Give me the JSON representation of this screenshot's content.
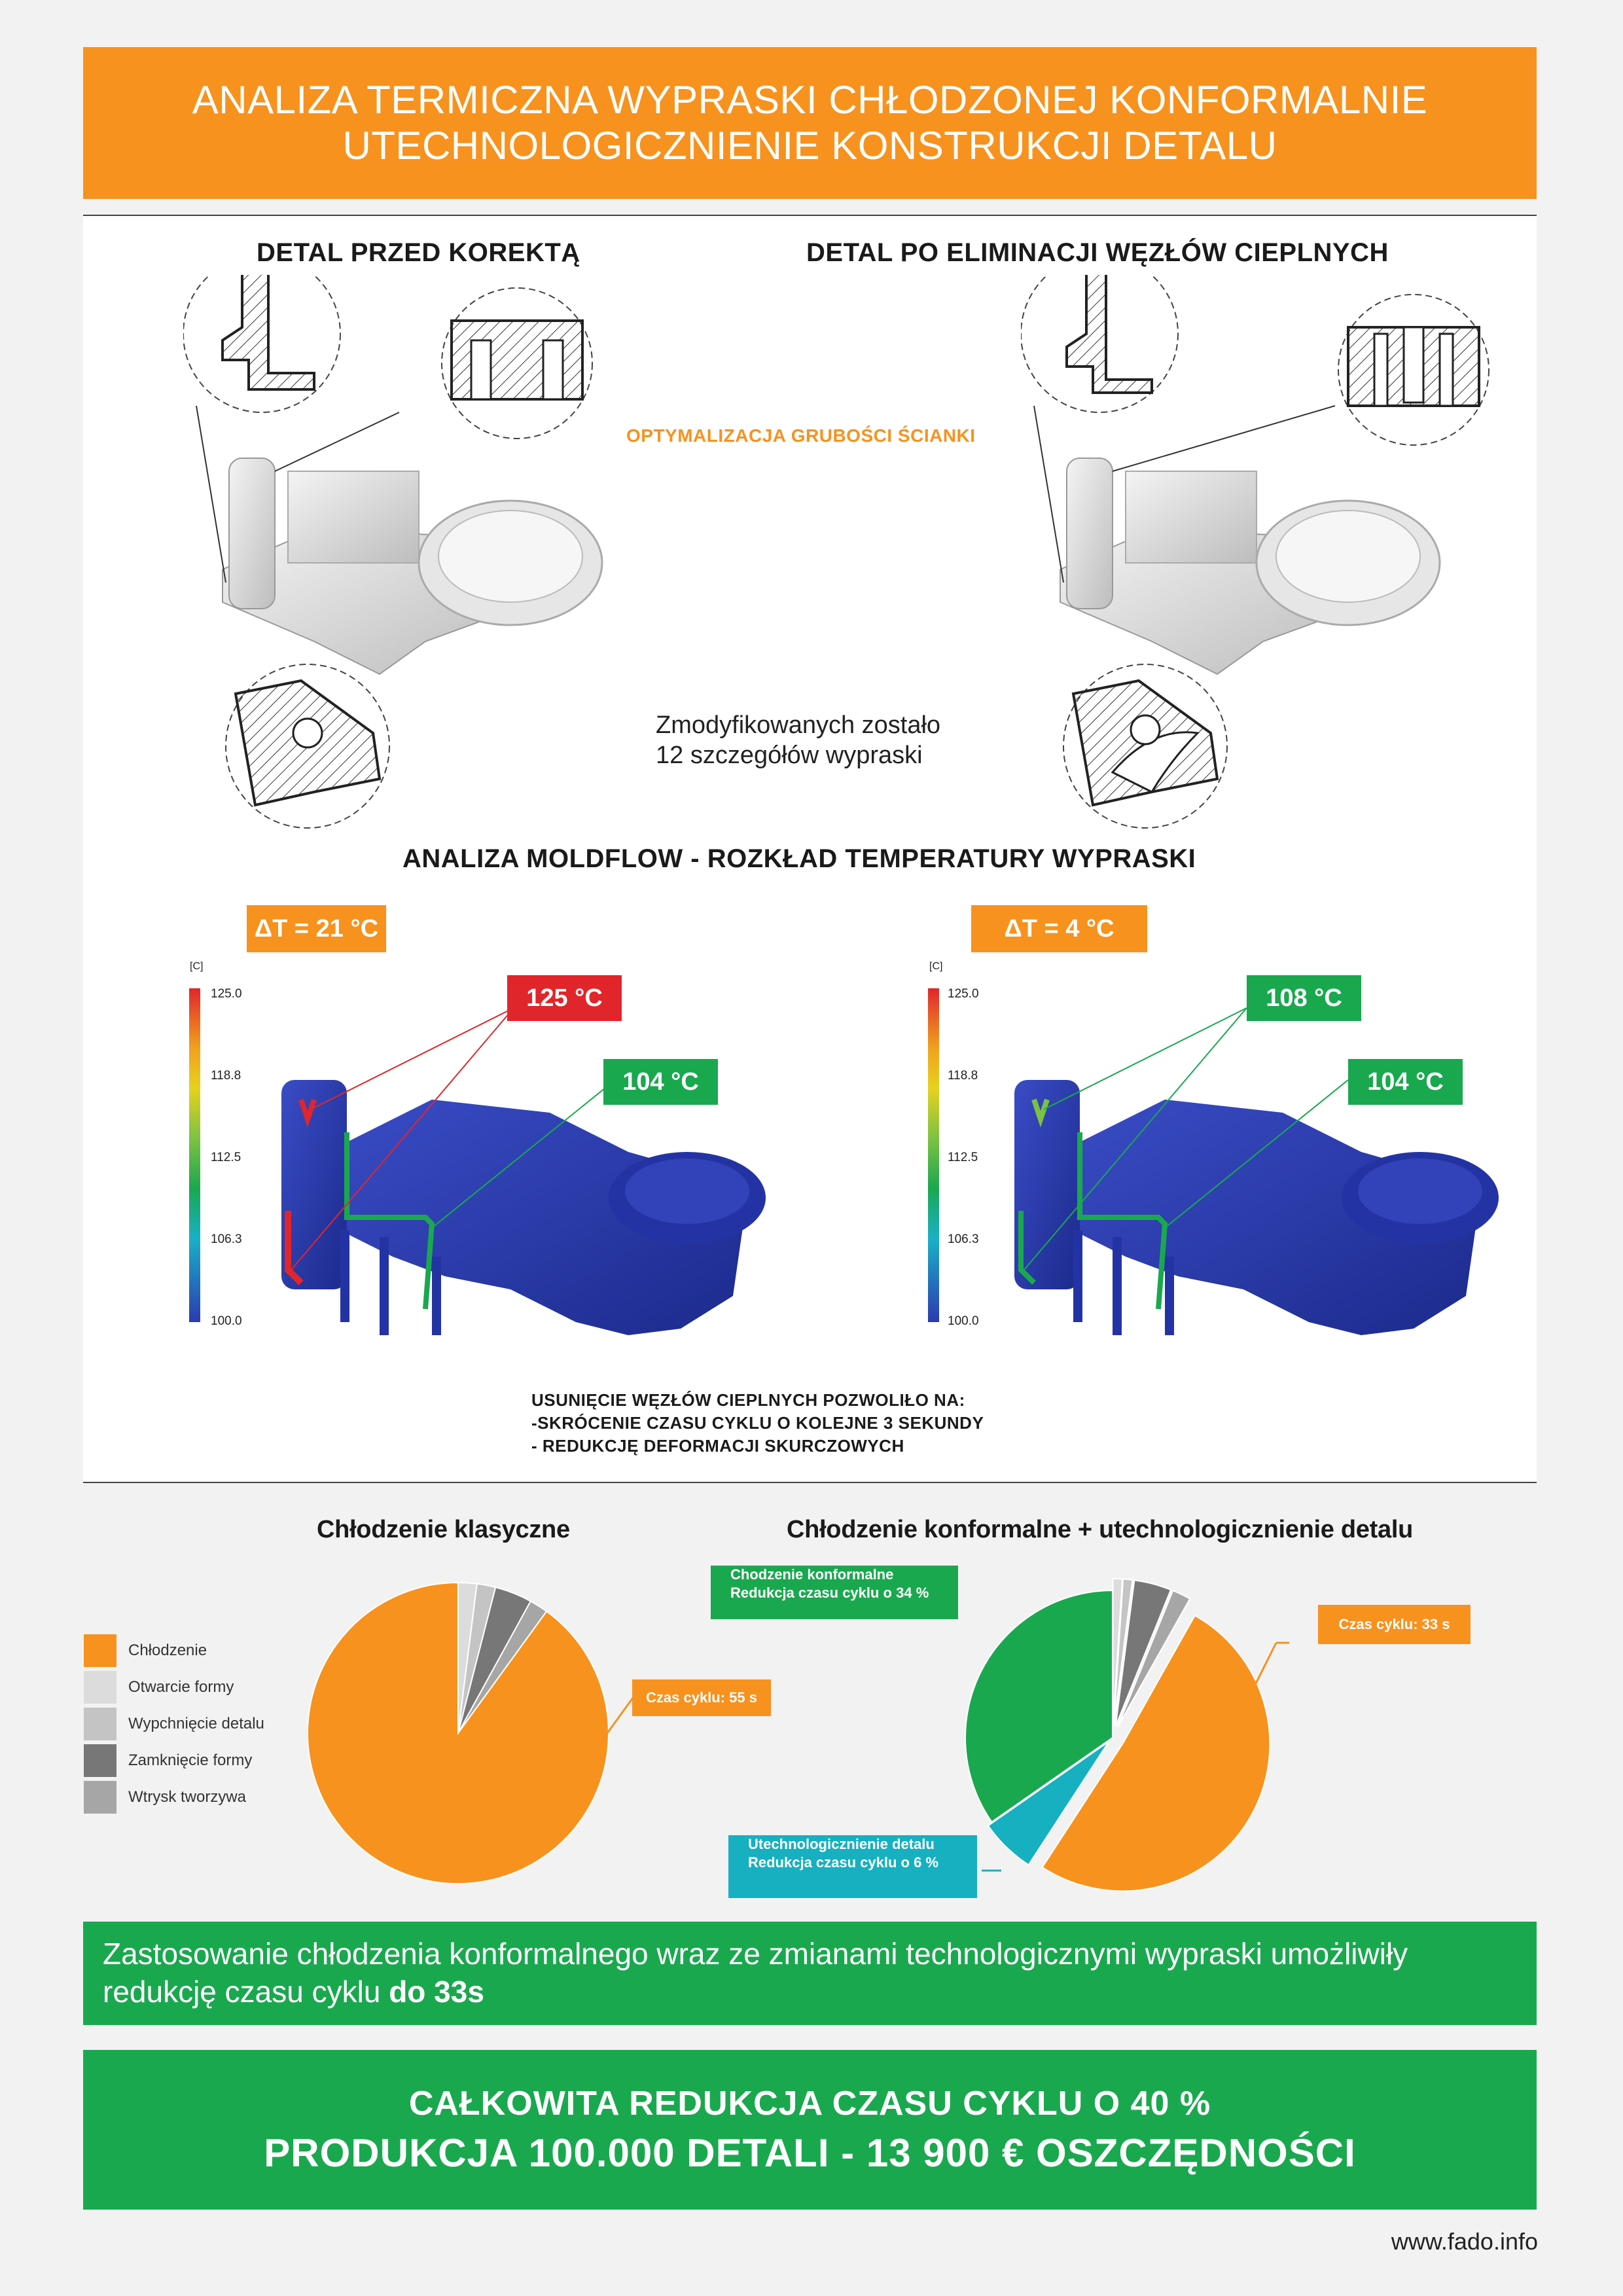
{
  "header": {
    "line1": "ANALIZA TERMICZNA WYPRASKI CHŁODZONEJ KONFORMALNIE",
    "line2": "UTECHNOLOGICZNIENIE KONSTRUKCJI DETALU"
  },
  "design": {
    "before_title": "DETAL PRZED KOREKTĄ",
    "after_title": "DETAL PO ELIMINACJI WĘZŁÓW CIEPLNYCH",
    "optimization_label": "OPTYMALIZACJA GRUBOŚCI ŚCIANKI",
    "note_line1": "Zmodyfikowanych zostało",
    "note_line2": "12 szczegółów  wypraski"
  },
  "moldflow": {
    "title": "ANALIZA MOLDFLOW - ROZKŁAD TEMPERATURY WYPRASKI",
    "unit": "[C]",
    "scale_ticks": [
      "125.0",
      "118.8",
      "112.5",
      "106.3",
      "100.0"
    ],
    "left": {
      "delta": "ΔT = 21 °C",
      "hot": "125 °C",
      "cool": "104 °C"
    },
    "right": {
      "delta": "ΔT = 4 °C",
      "hot": "108 °C",
      "cool": "104 °C"
    },
    "summary_line1": "USUNIĘCIE WĘZŁÓW CIEPLNYCH POZWOLIŁO NA:",
    "summary_line2": "-SKRÓCENIE CZASU CYKLU O KOLEJNE 3 SEKUNDY",
    "summary_line3": "- REDUKCJĘ DEFORMACJI SKURCZOWYCH"
  },
  "pies": {
    "left_title": "Chłodzenie klasyczne",
    "right_title": "Chłodzenie konformalne + utechnologicznienie detalu",
    "legend": [
      {
        "label": "Chłodzenie",
        "color": "#f7921e"
      },
      {
        "label": "Otwarcie formy",
        "color": "#dcdcdc"
      },
      {
        "label": "Wypchnięcie detalu",
        "color": "#c4c4c4"
      },
      {
        "label": "Zamknięcie formy",
        "color": "#777777"
      },
      {
        "label": "Wtrysk tworzywa",
        "color": "#a6a6a6"
      }
    ],
    "left_callout": "Czas cyklu: 55 s",
    "right_callout": "Czas cyklu: 33 s",
    "green_callout_l1": "Chodzenie konformalne",
    "green_callout_l2": "Redukcja czasu cyklu o 34 %",
    "teal_callout_l1": "Utechnologicznienie detalu",
    "teal_callout_l2": "Redukcja czasu cyklu o 6 %"
  },
  "chart_data": [
    {
      "type": "pie",
      "title": "Chłodzenie klasyczne",
      "categories": [
        "Chłodzenie",
        "Otwarcie formy",
        "Wypchnięcie detalu",
        "Zamknięcie formy",
        "Wtrysk tworzywa"
      ],
      "values": [
        90,
        2,
        2,
        4,
        2
      ],
      "annotation": "Czas cyklu: 55 s"
    },
    {
      "type": "pie",
      "title": "Chłodzenie konformalne + utechnologicznienie detalu",
      "categories": [
        "Chłodzenie",
        "Otwarcie formy",
        "Wypchnięcie detalu",
        "Zamknięcie formy",
        "Wtrysk tworzywa",
        "Chodzenie konformalne",
        "Utechnologicznienie detalu"
      ],
      "values": [
        50,
        1,
        1,
        4,
        2,
        34,
        6
      ],
      "annotations": [
        "Czas cyklu: 33 s",
        "Redukcja czasu cyklu o 34 %",
        "Redukcja czasu cyklu o 6 %"
      ]
    }
  ],
  "banner1": {
    "text": "Zastosowanie chłodzenia konformalnego wraz ze zmianami technologicznymi wypraski umożliwiły redukcję czasu cyklu ",
    "bold": "do 33s"
  },
  "banner2": {
    "line1": "CAŁKOWITA REDUKCJA CZASU CYKLU  O 40 %",
    "line2": "PRODUKCJA 100.000 DETALI - 13 900 € OSZCZĘDNOŚCI"
  },
  "footer": {
    "url": "www.fado.info"
  },
  "colors": {
    "orange": "#f7921e",
    "green": "#1aa84f",
    "teal": "#16b0c1",
    "red": "#e0262b",
    "part_blue": "#2b3bb0"
  }
}
